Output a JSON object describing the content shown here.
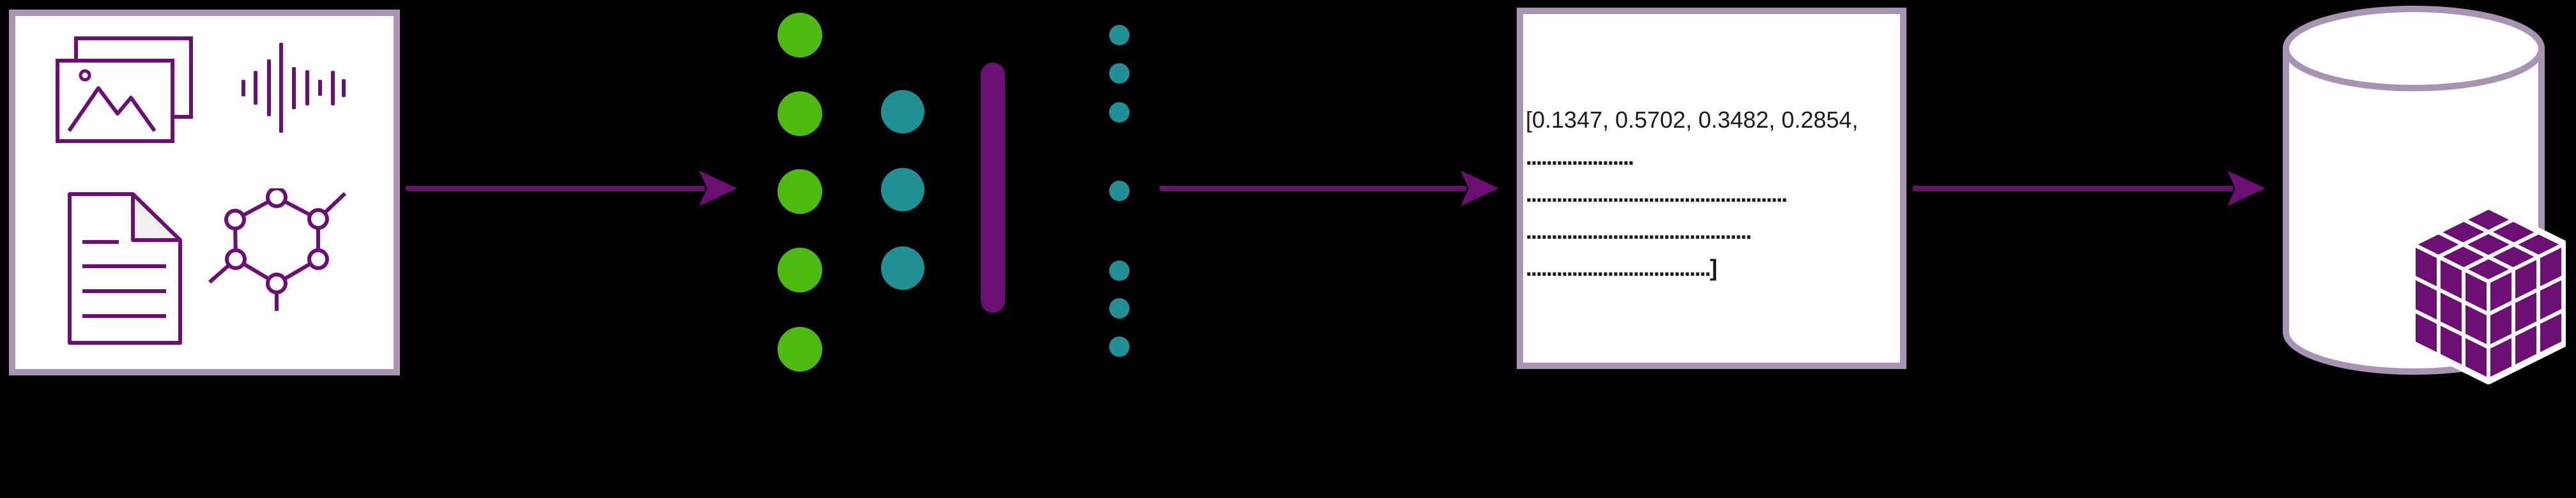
{
  "background": "#000000",
  "colors": {
    "box_border": "#A894B2",
    "box_fill": "#FFFFFF",
    "purple": "#6C0E74",
    "green": "#4CBA0E",
    "teal": "#218F96",
    "doc_fold_fill": "#EFEFEF",
    "vector_text": "#1A1A1A"
  },
  "input_box": {
    "icons": [
      "photo-icon",
      "audio-waveform-icon",
      "document-icon",
      "molecule-icon"
    ]
  },
  "embedding_model": {
    "input_nodes": 5,
    "hidden_nodes": 3,
    "bottleneck_bars": 1,
    "output_dots": 7
  },
  "vector_box": {
    "lines": [
      "[0.1347, 0.5702, 0.3482, 0.2854,",
      ".....................",
      "...................................................",
      "............................................",
      "....................................]"
    ]
  },
  "database": {
    "icons": [
      "database-cylinder-icon",
      "data-cube-icon"
    ]
  }
}
